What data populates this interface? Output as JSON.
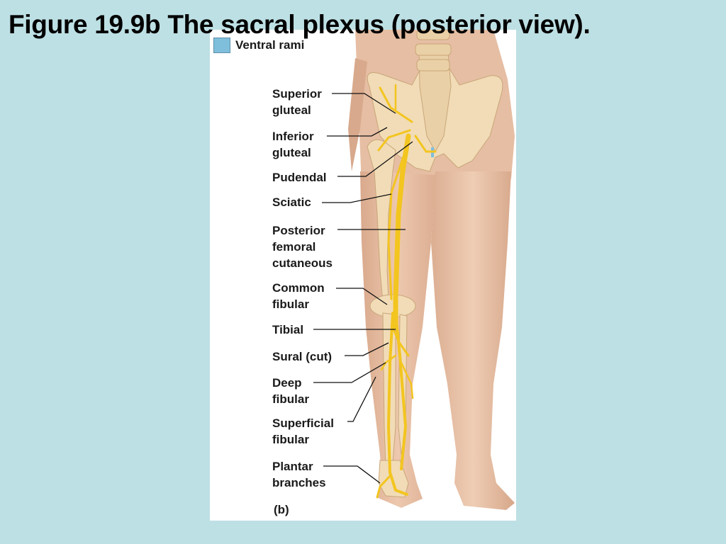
{
  "slide_title": "Figure 19.9b  The sacral plexus (posterior view).",
  "legend": {
    "label": "Ventral rami",
    "color": "#7fbfdc"
  },
  "labels": {
    "superior_gluteal": [
      "Superior",
      "gluteal"
    ],
    "inferior_gluteal": [
      "Inferior",
      "gluteal"
    ],
    "pudendal": [
      "Pudendal"
    ],
    "sciatic": [
      "Sciatic"
    ],
    "posterior_femoral_cutaneous": [
      "Posterior",
      "femoral",
      "cutaneous"
    ],
    "common_fibular": [
      "Common",
      "fibular"
    ],
    "tibial": [
      "Tibial"
    ],
    "sural": [
      "Sural (cut)"
    ],
    "deep_fibular": [
      "Deep",
      "fibular"
    ],
    "superficial_fibular": [
      "Superficial",
      "fibular"
    ],
    "plantar_branches": [
      "Plantar",
      "branches"
    ]
  },
  "panel_tag": "(b)",
  "colors": {
    "background": "#bde0e4",
    "skin": "#e9c3a9",
    "bone": "#f1dcb7",
    "nerve": "#f3c51f"
  }
}
